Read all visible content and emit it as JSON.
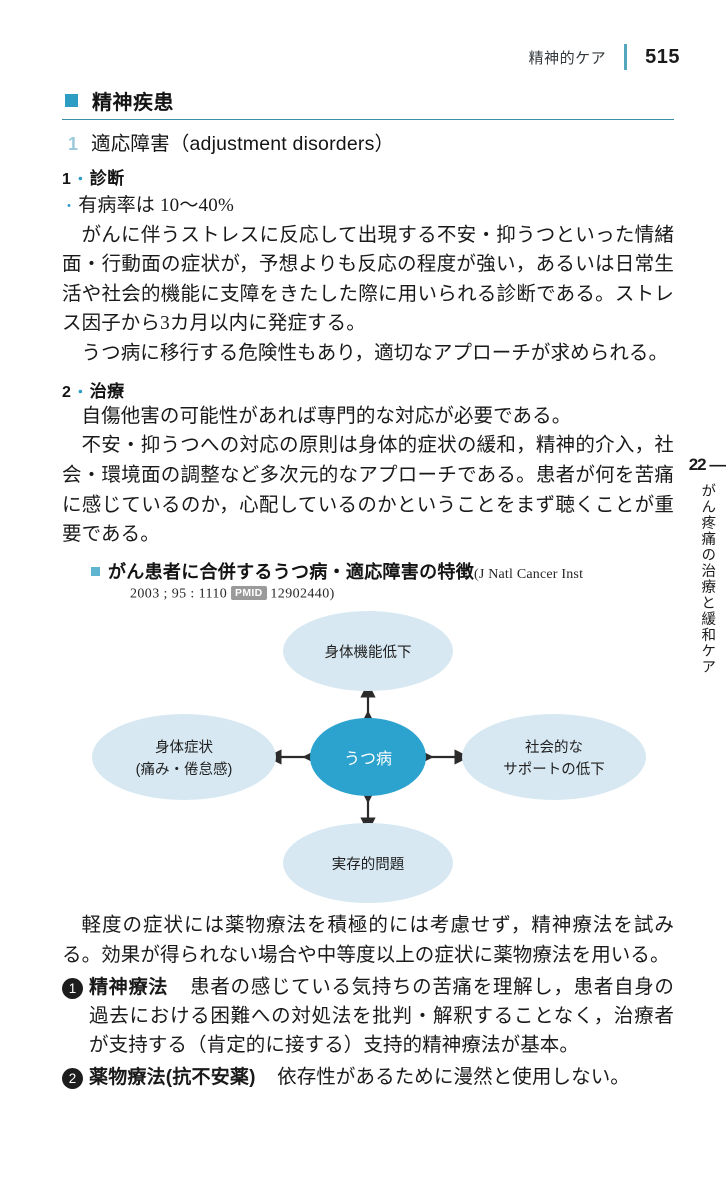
{
  "header": {
    "running_title": "精神的ケア",
    "page_number": "515"
  },
  "side_tab": {
    "chapter_number": "22 —",
    "chapter_name": "がん疼痛の治療と緩和ケア"
  },
  "section": {
    "square_color": "#2e9dc4",
    "title": "精神疾患"
  },
  "subsection": {
    "number": "1",
    "title": "適応障害（adjustment disorders）"
  },
  "diagnosis": {
    "heading_number": "1",
    "heading_dot": "・",
    "heading": "診断",
    "bullet": "有病率は 10〜40%",
    "paragraphs": [
      "がんに伴うストレスに反応して出現する不安・抑うつといった情緒面・行動面の症状が，予想よりも反応の程度が強い，あるいは日常生活や社会的機能に支障をきたした際に用いられる診断である。ストレス因子から3カ月以内に発症する。",
      "うつ病に移行する危険性もあり，適切なアプローチが求められる。"
    ]
  },
  "treatment": {
    "heading_number": "2",
    "heading_dot": "・",
    "heading": "治療",
    "paragraphs": [
      "自傷他害の可能性があれば専門的な対応が必要である。",
      "不安・抑うつへの対応の原則は身体的症状の緩和，精神的介入，社会・環境面の調整など多次元的なアプローチである。患者が何を苦痛に感じているのか，心配しているのかということをまず聴くことが重要である。"
    ]
  },
  "figure": {
    "caption_title": "がん患者に合併するうつ病・適応障害の特徴",
    "caption_source_1": "(J Natl Cancer Inst",
    "caption_source_2_prefix": "2003 ; 95 : 1110",
    "pmid_label": "PMID",
    "pmid_value": "12902440)",
    "center_node": {
      "label": "うつ病",
      "fill": "#2ba3ce",
      "text_color": "#ffffff"
    },
    "satellite_fill": "#d7e8f2",
    "nodes": [
      {
        "id": "top",
        "label": "身体機能低下"
      },
      {
        "id": "left",
        "label_line_1": "身体症状",
        "label_line_2": "(痛み・倦怠感)"
      },
      {
        "id": "right",
        "label_line_1": "社会的な",
        "label_line_2": "サポートの低下"
      },
      {
        "id": "bottom",
        "label": "実存的問題"
      }
    ],
    "arrow_color": "#2b2b2b",
    "arrow_type": "double-headed"
  },
  "closing": {
    "paragraph": "軽度の症状には薬物療法を積極的には考慮せず，精神療法を試みる。効果が得られない場合や中等度以上の症状に薬物療法を用いる。"
  },
  "numbered_items": [
    {
      "marker": "❶",
      "marker_number": "1",
      "lead": "精神療法",
      "text": "患者の感じている気持ちの苦痛を理解し，患者自身の過去における困難への対処法を批判・解釈することなく，治療者が支持する（肯定的に接する）支持的精神療法が基本。"
    },
    {
      "marker": "❷",
      "marker_number": "2",
      "lead": "薬物療法(抗不安薬)",
      "text": "依存性があるために漫然と使用しない。"
    }
  ]
}
